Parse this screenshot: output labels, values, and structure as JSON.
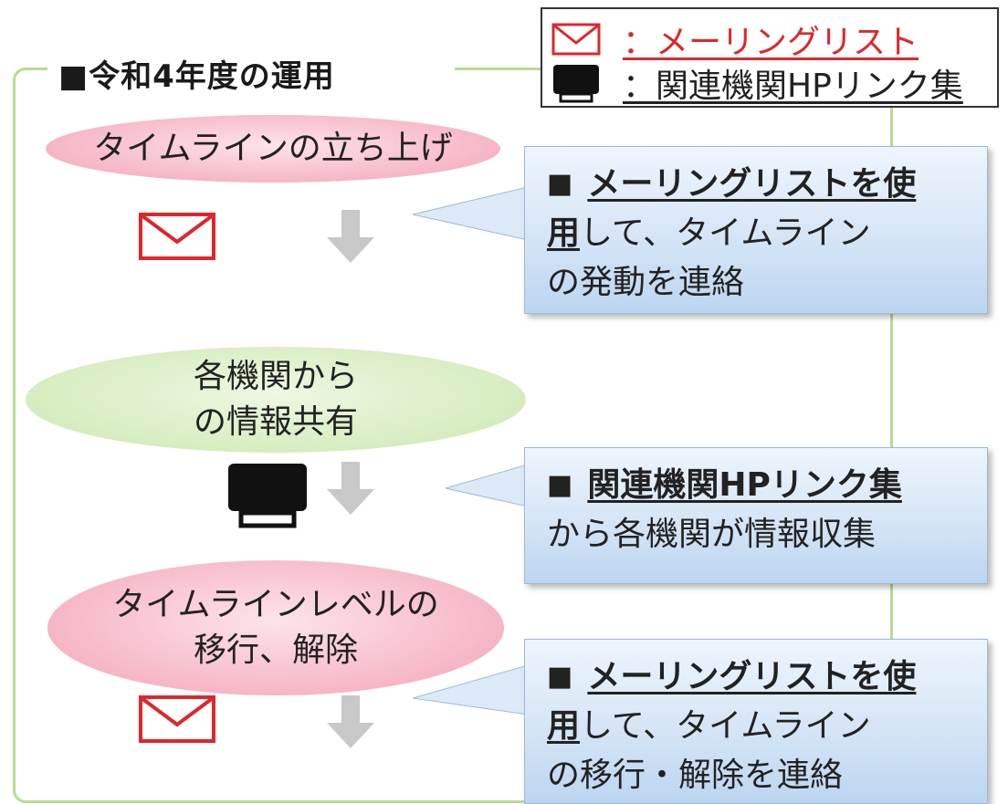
{
  "frame": {
    "title": "■令和4年度の運用"
  },
  "legend": {
    "mail": {
      "icon": "mail-icon",
      "color": "#e0262a",
      "label": "：メーリングリスト"
    },
    "pc": {
      "icon": "monitor-icon",
      "label": "：関連機関HPリンク集"
    }
  },
  "steps": [
    {
      "lines": [
        "タイムラインの立ち上げ"
      ],
      "style": "pink",
      "icon": "mail-icon"
    },
    {
      "lines": [
        "各機関から",
        "の情報共有"
      ],
      "style": "green",
      "icon": "monitor-icon"
    },
    {
      "lines": [
        "タイムラインレベルの",
        "移行、解除"
      ],
      "style": "pink",
      "icon": "mail-icon"
    }
  ],
  "callouts": [
    {
      "bullet": "■",
      "bold1": "メーリングリストを使",
      "bold2": "用",
      "rest2": "して、タイムライン",
      "line3": "の発動を連絡"
    },
    {
      "bullet": "■",
      "bold1": "関連機関HPリンク集",
      "line2": "から各機関が情報収集"
    },
    {
      "bullet": "■",
      "bold1": "メーリングリストを使",
      "bold2": "用",
      "rest2": "して、タイムライン",
      "line3": "の移行・解除を連絡"
    }
  ],
  "colors": {
    "frame_border": "#b7dd8f",
    "pink": "#f6b6c6",
    "green": "#d3ebbb",
    "callout": "#d5e5f6",
    "mail_red": "#e0262a",
    "arrow_gray": "#c8c8c8"
  }
}
